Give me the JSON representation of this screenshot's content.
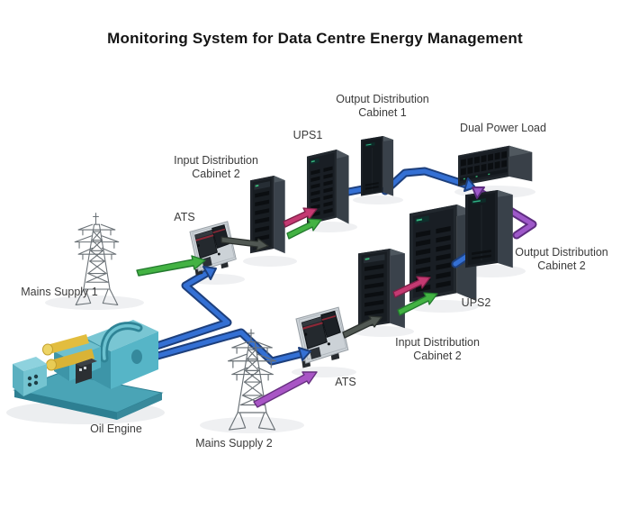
{
  "title": "Monitoring System for Data Centre Energy Management",
  "diagram": {
    "sources": {
      "mains_supply_1": "Mains Supply 1",
      "mains_supply_2": "Mains Supply 2",
      "oil_engine": "Oil Engine"
    },
    "top_path": {
      "ats": "ATS",
      "input_cabinet": "Input Distribution Cabinet 2",
      "ups": "UPS1",
      "output_cabinet": "Output Distribution Cabinet 1"
    },
    "bottom_path": {
      "ats": "ATS",
      "input_cabinet": "Input Distribution Cabinet 2",
      "ups": "UPS2",
      "output_cabinet": "Output Distribution Cabinet 2"
    },
    "load": "Dual Power Load"
  },
  "colors": {
    "mains_feed_green": "#43b243",
    "mains_feed_purple": "#a855c5",
    "generator_link_blue": "#3470d4",
    "ups_feed_magenta": "#c43a72",
    "cabinet_link_gray": "#515853",
    "load_link_purple": "#9e58c9",
    "engine_teal": "#56b5c7"
  }
}
